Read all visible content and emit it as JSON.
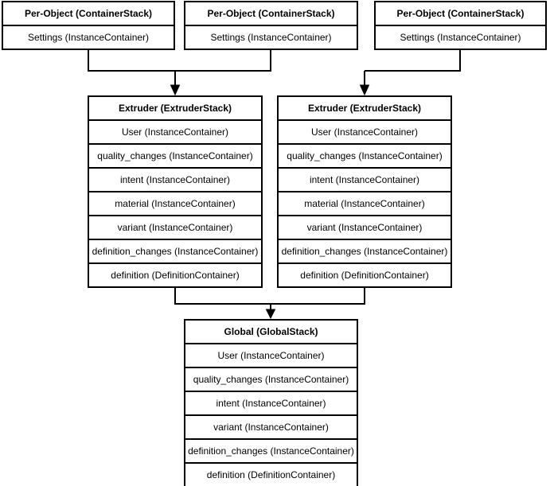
{
  "diagram": {
    "background_color": "#ffffff",
    "line_color": "#000000",
    "text_color": "#000000",
    "stacks": {
      "per_object": {
        "title": "Per-Object (ContainerStack)",
        "rows": [
          "Settings (InstanceContainer)"
        ]
      },
      "extruder": {
        "title": "Extruder (ExtruderStack)",
        "rows": [
          "User (InstanceContainer)",
          "quality_changes (InstanceContainer)",
          "intent (InstanceContainer)",
          "material (InstanceContainer)",
          "variant (InstanceContainer)",
          "definition_changes (InstanceContainer)",
          "definition (DefinitionContainer)"
        ]
      },
      "global": {
        "title": "Global (GlobalStack)",
        "rows": [
          "User (InstanceContainer)",
          "quality_changes (InstanceContainer)",
          "intent (InstanceContainer)",
          "variant (InstanceContainer)",
          "definition_changes (InstanceContainer)",
          "definition (DefinitionContainer)"
        ]
      }
    }
  }
}
